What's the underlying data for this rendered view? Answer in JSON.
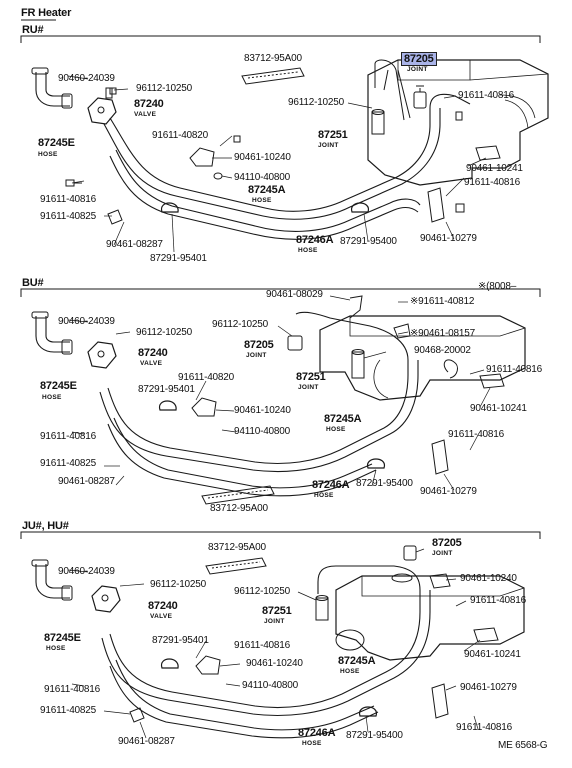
{
  "header": {
    "title": "FR Heater"
  },
  "footer": {
    "ref": "ME 6568-G"
  },
  "sections": [
    {
      "id": "ru",
      "label": "RU#"
    },
    {
      "id": "bu",
      "label": "BU#",
      "note": "※(8008–"
    },
    {
      "id": "ju",
      "label": "JU#, HU#"
    }
  ],
  "ru": {
    "p83712": "83712-95A00",
    "p87205": "87205",
    "p87205_sub": "JOINT",
    "p90460": "90460-24039",
    "p96112a": "96112-10250",
    "p87240": "87240",
    "p87240_sub": "VALVE",
    "p96112b": "96112-10250",
    "p91611a": "91611-40816",
    "p87245e": "87245E",
    "p87245e_sub": "HOSE",
    "p91611b": "91611-40820",
    "p87251": "87251",
    "p87251_sub": "JOINT",
    "p90461a": "90461-10240",
    "p90461b": "90461-10241",
    "p94110": "94110-40800",
    "p87245a": "87245A",
    "p87245a_sub": "HOSE",
    "p91611c": "91611-40816",
    "p91611d": "91611-40816",
    "p91611e": "91611-40825",
    "p90461c": "90461-08287",
    "p87246a": "87246A",
    "p87246a_sub": "HOSE",
    "p87291a": "87291-95400",
    "p90461d": "90461-10279",
    "p87291b": "87291-95401"
  },
  "bu": {
    "p90461a": "90461-08029",
    "p91611a": "※91611-40812",
    "p90460": "90460-24039",
    "p96112a": "96112-10250",
    "p96112b": "96112-10250",
    "p90461b": "※90461-08157",
    "p87205": "87205",
    "p87205_sub": "JOINT",
    "p90468": "90468-20002",
    "p87240": "87240",
    "p87240_sub": "VALVE",
    "p87245e": "87245E",
    "p87245e_sub": "HOSE",
    "p91611b": "91611-40820",
    "p87291a": "87291-95401",
    "p87251": "87251",
    "p87251_sub": "JOINT",
    "p91611c": "91611-40816",
    "p90461c": "90461-10240",
    "p90461d": "90461-10241",
    "p87245a": "87245A",
    "p87245a_sub": "HOSE",
    "p91611d": "91611-40816",
    "p94110": "94110-40800",
    "p91611e": "91611-40816",
    "p91611f": "91611-40825",
    "p90461e": "90461-08287",
    "p87246a": "87246A",
    "p87246a_sub": "HOSE",
    "p87291b": "87291-95400",
    "p90461f": "90461-10279",
    "p83712": "83712-95A00"
  },
  "ju": {
    "p83712": "83712-95A00",
    "p87205": "87205",
    "p87205_sub": "JOINT",
    "p90460": "90460-24039",
    "p90461a": "90461-10240",
    "p96112a": "96112-10250",
    "p96112b": "96112-10250",
    "p91611a": "91611-40816",
    "p87240": "87240",
    "p87240_sub": "VALVE",
    "p87251": "87251",
    "p87251_sub": "JOINT",
    "p87245e": "87245E",
    "p87245e_sub": "HOSE",
    "p87291a": "87291-95401",
    "p91611b": "91611-40816",
    "p90461b": "90461-10241",
    "p90461c": "90461-10240",
    "p87245a": "87245A",
    "p87245a_sub": "HOSE",
    "p91611c": "91611-40816",
    "p94110": "94110-40800",
    "p90461d": "90461-10279",
    "p91611d": "91611-40825",
    "p91611e": "91611-40816",
    "p90461e": "90461-08287",
    "p87246a": "87246A",
    "p87246a_sub": "HOSE",
    "p87291b": "87291-95400"
  }
}
